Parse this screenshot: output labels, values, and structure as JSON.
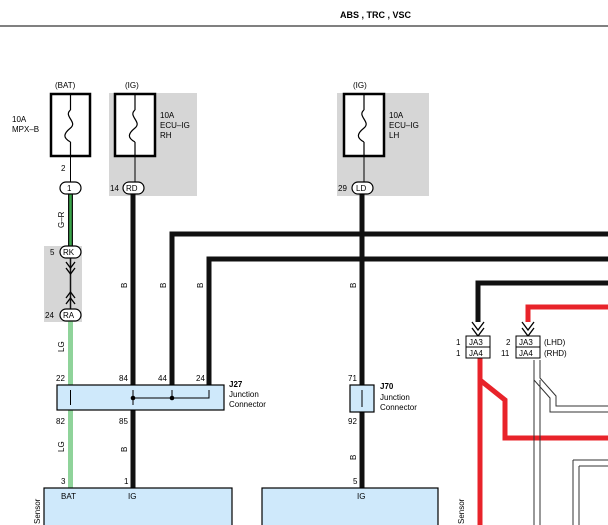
{
  "header": {
    "title": "ABS , TRC , VSC"
  },
  "fuses": [
    {
      "rating": "10A",
      "name": "MPX–B",
      "supply": "(BAT)",
      "pin": "2",
      "connector": "1"
    },
    {
      "rating": "10A",
      "name1": "ECU–IG",
      "name2": "RH",
      "supply": "(IG)",
      "pin": "14",
      "connector": "RD"
    },
    {
      "rating": "10A",
      "name1": "ECU–IG",
      "name2": "LH",
      "supply": "(IG)",
      "pin": "29",
      "connector": "LD"
    }
  ],
  "wires": {
    "bat": "G–R",
    "lg1": "LG",
    "lg2": "LG",
    "b1": "B",
    "b2": "B",
    "b3": "B",
    "b4": "B",
    "b5": "B",
    "b6": "B"
  },
  "rk_connector": {
    "pin": "5",
    "label": "RK"
  },
  "ra_connector": {
    "pin": "24",
    "label": "RA"
  },
  "j27": {
    "id": "J27",
    "line1": "Junction",
    "line2": "Connector",
    "pins": {
      "p22": "22",
      "p84": "84",
      "p44": "44",
      "p24": "24",
      "p82": "82",
      "p85": "85"
    }
  },
  "j70": {
    "id": "J70",
    "line1": "Junction",
    "line2": "Connector",
    "pins": {
      "p71": "71",
      "p92": "92"
    }
  },
  "ecu_left": {
    "pin_bat": "3",
    "pin_ig": "1",
    "label_bat": "BAT",
    "label_ig": "IG"
  },
  "ecu_mid": {
    "pin_ig": "5",
    "label_ig": "IG"
  },
  "ja": {
    "left": {
      "top": "JA3",
      "bottom": "JA4",
      "pin_top": "1",
      "pin_bottom": "1"
    },
    "right": {
      "top": "JA3",
      "bottom": "JA4",
      "pin_top": "2",
      "pin_bottom": "11",
      "note_top": "(LHD)",
      "note_bottom": "(RHD)"
    }
  },
  "sensor_label": "Sensor",
  "colors": {
    "black_wire": "#111111",
    "green": "#3aa64a",
    "red": "#e8232a",
    "light_green": "#8fd39a",
    "box_blue": "#cfe9fb",
    "shade": "#d6d6d6"
  }
}
